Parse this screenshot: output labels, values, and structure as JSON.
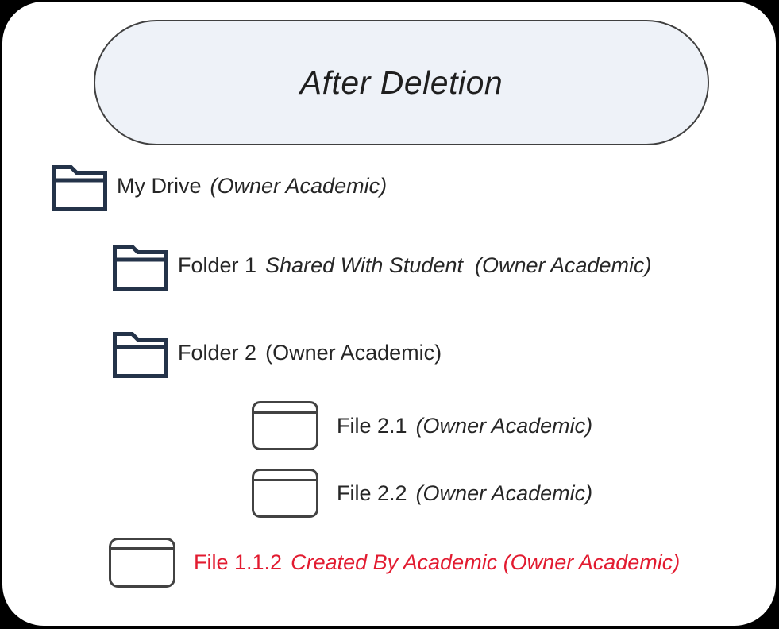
{
  "header": {
    "title": "After Deletion"
  },
  "tree": {
    "items": [
      {
        "icon": "folder-icon",
        "label": "My Drive",
        "detail": "(Owner Academic)",
        "detail_italic": true,
        "status": "normal"
      },
      {
        "icon": "folder-icon",
        "label": "Folder 1",
        "detail": "Shared With Student  (Owner Academic)",
        "detail_italic": true,
        "status": "normal"
      },
      {
        "icon": "folder-icon",
        "label": "Folder 2",
        "detail": "(Owner Academic)",
        "detail_italic": false,
        "status": "normal"
      },
      {
        "icon": "file-icon",
        "label": "File 2.1",
        "detail": "(Owner Academic)",
        "detail_italic": true,
        "status": "normal"
      },
      {
        "icon": "file-icon",
        "label": "File 2.2",
        "detail": "(Owner Academic)",
        "detail_italic": true,
        "status": "normal"
      },
      {
        "icon": "file-icon",
        "label": "File 1.1.2",
        "detail": "Created By Academic (Owner Academic)",
        "detail_italic": true,
        "status": "deleted-highlight"
      }
    ]
  },
  "colors": {
    "background": "#000000",
    "card": "#ffffff",
    "pill_fill": "#eef2f8",
    "pill_border": "#404040",
    "text": "#262626",
    "folder_icon": "#243349",
    "file_icon": "#424242",
    "deleted_text": "#e21b30"
  }
}
